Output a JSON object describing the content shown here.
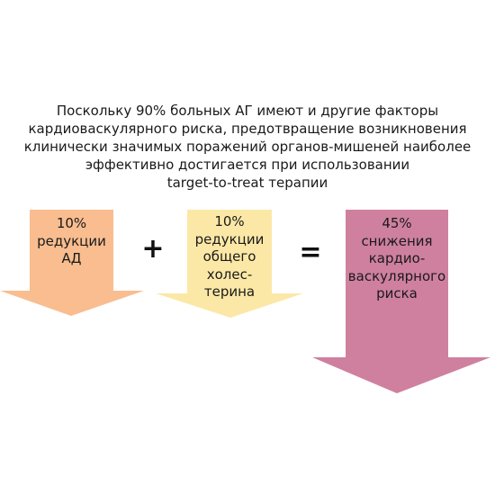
{
  "headline": {
    "lines": [
      "Поскольку 90% больных АГ имеют и другие факторы",
      "кардиоваскулярного риска, предотвращение возникновения",
      "клинически значимых поражений органов-мишеней наиболее",
      "эффективно достигается при использовании",
      "target-to-treat терапии"
    ]
  },
  "arrows": [
    {
      "color": "#f9bd8f",
      "lines": [
        "10%",
        "редукции",
        "АД"
      ]
    },
    {
      "color": "#fce8a6",
      "lines": [
        "10%",
        "редукции",
        "общего",
        "холес-",
        "терина"
      ]
    },
    {
      "color": "#cf809f",
      "lines": [
        "45%",
        "снижения",
        "кардио-",
        "васкулярного",
        "риска"
      ]
    }
  ],
  "operators": {
    "plus": "+",
    "equals": "="
  }
}
